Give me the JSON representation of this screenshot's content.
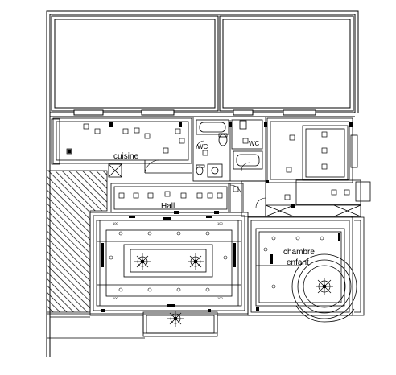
{
  "plan": {
    "rooms": {
      "kitchen": "cuisine",
      "hall": "Hall",
      "wc_left": "WC",
      "wc_right": "WC",
      "child_bedroom_line1": "chambre",
      "child_bedroom_line2": "enfant"
    },
    "dimension_label": "100",
    "colors": {
      "line": "#000000",
      "hatch": "#000000",
      "background": "#ffffff"
    },
    "icons": [
      "chandelier-icon",
      "spotlight-icon",
      "switch-icon",
      "socket-icon",
      "toilet-icon",
      "bathtub-icon",
      "sink-icon"
    ]
  }
}
